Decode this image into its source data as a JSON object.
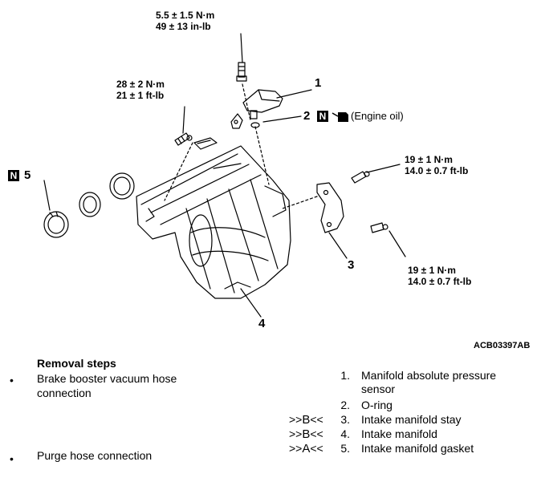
{
  "figure": {
    "id": "ACB03397AB",
    "torque": {
      "sensor_bolt": [
        "5.5 ± 1.5 N·m",
        "49 ± 13 in-lb"
      ],
      "manifold_bolt": [
        "28 ± 2 N·m",
        "21 ± 1 ft-lb"
      ],
      "stay_upper": [
        "19 ± 1 N·m",
        "14.0 ± 0.7 ft-lb"
      ],
      "stay_lower": [
        "19 ± 1 N·m",
        "14.0 ± 0.7 ft-lb"
      ]
    },
    "callouts": {
      "c1": "1",
      "c2": "2",
      "c3": "3",
      "c4": "4",
      "c5": "5",
      "n_badge": "N",
      "engine_oil": "(Engine oil)"
    }
  },
  "removal": {
    "title": "Removal steps",
    "bullets": [
      "Brake booster vacuum hose connection",
      "Purge hose connection"
    ],
    "steps": [
      {
        "mark_prefix": "",
        "mark_letter": "",
        "mark_suffix": "",
        "num": "1.",
        "text": "Manifold absolute pressure sensor"
      },
      {
        "mark_prefix": "",
        "mark_letter": "",
        "mark_suffix": "",
        "num": "2.",
        "text": "O-ring"
      },
      {
        "mark_prefix": ">>",
        "mark_letter": "B",
        "mark_suffix": "<<",
        "num": "3.",
        "text": "Intake manifold stay"
      },
      {
        "mark_prefix": ">>",
        "mark_letter": "B",
        "mark_suffix": "<<",
        "num": "4.",
        "text": "Intake manifold"
      },
      {
        "mark_prefix": ">>",
        "mark_letter": "A",
        "mark_suffix": "<<",
        "num": "5.",
        "text": "Intake manifold gasket"
      }
    ]
  }
}
